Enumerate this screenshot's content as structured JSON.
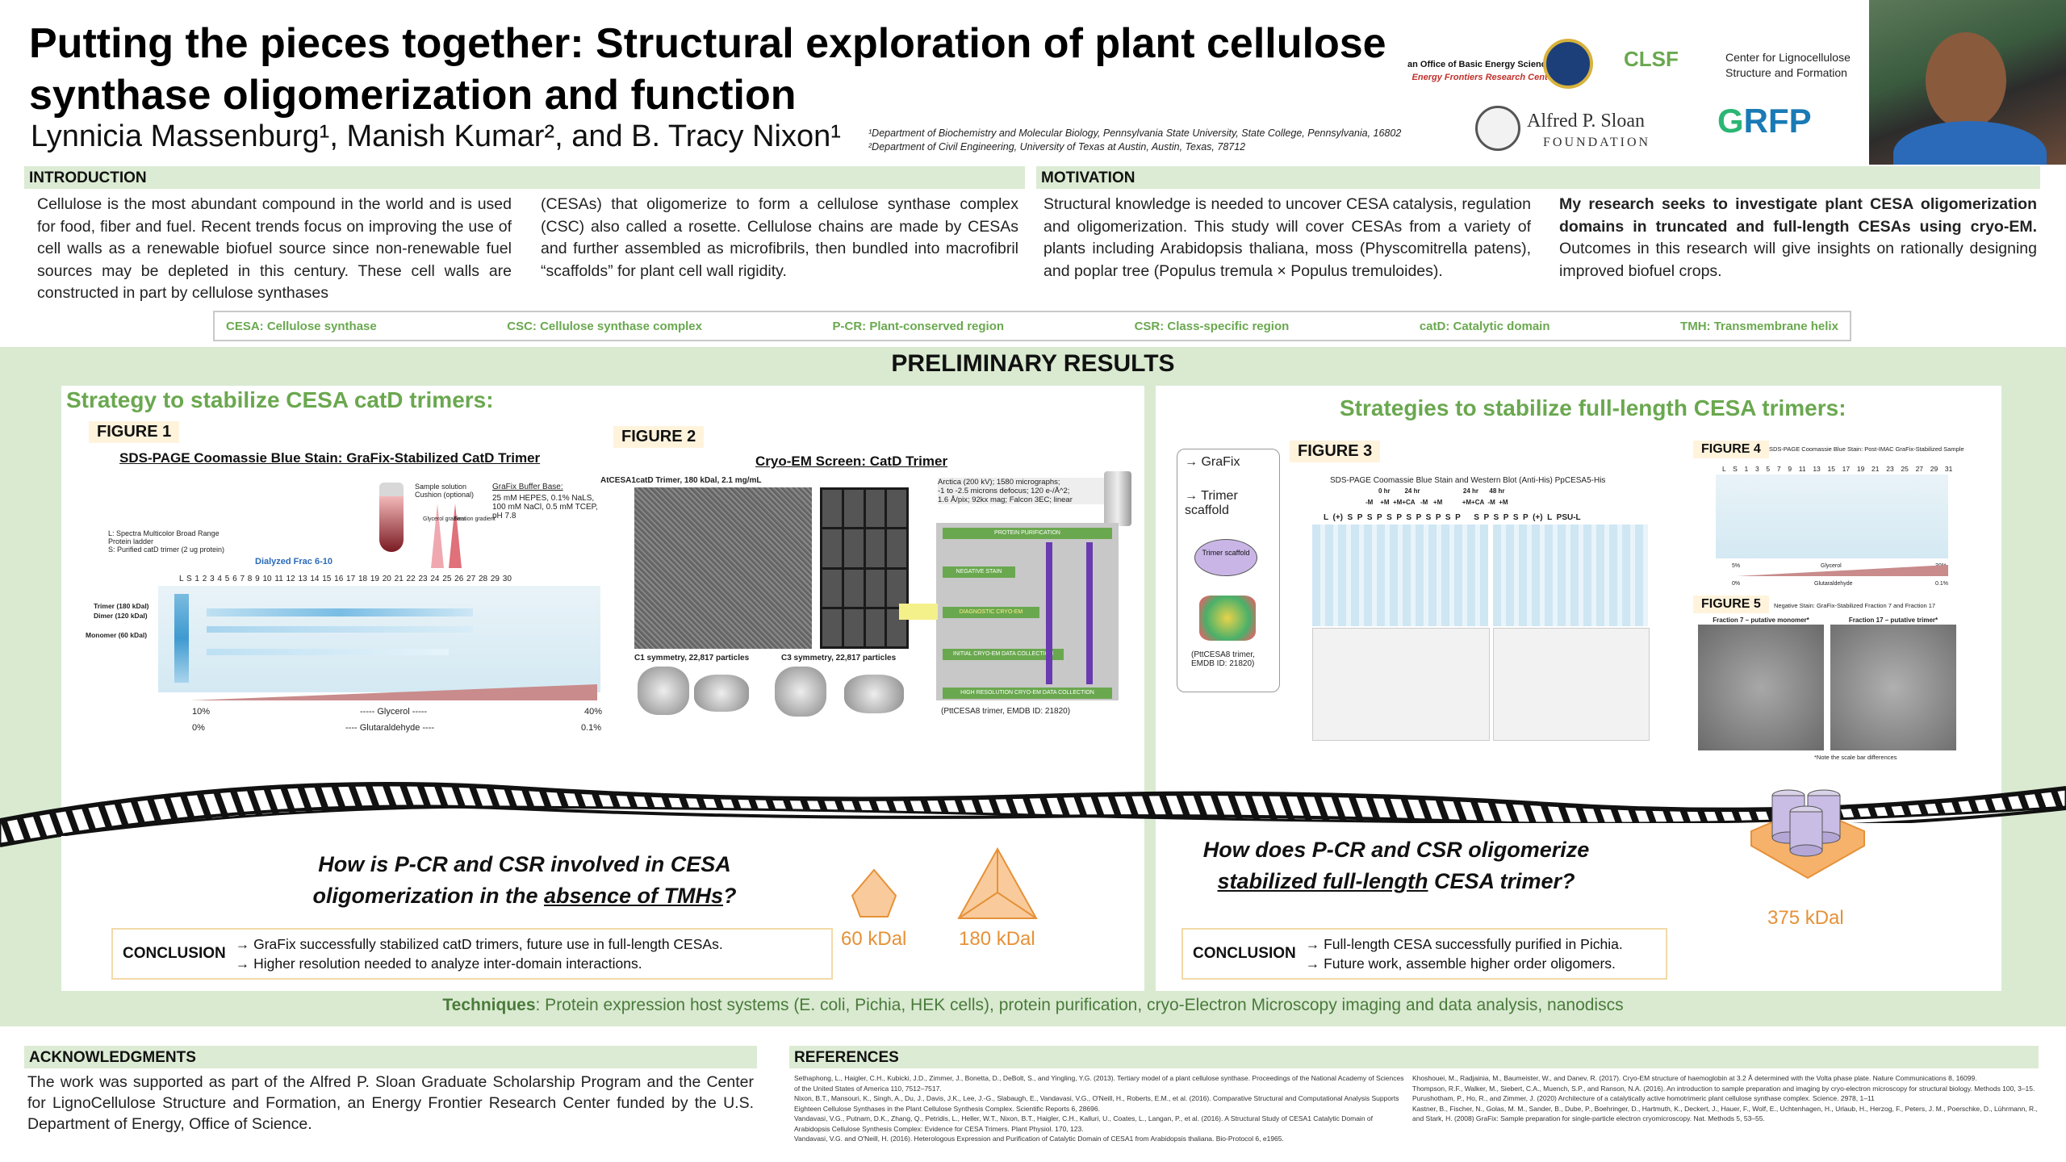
{
  "header": {
    "title": "Putting the pieces together:  Structural exploration of plant cellulose synthase oligomerization and function",
    "authors": "Lynnicia Massenburg¹, Manish Kumar²,  and  B. Tracy Nixon¹",
    "affiliation_1": "¹Department of Biochemistry and Molecular Biology, Pennsylvania State University, State College, Pennsylvania, 16802",
    "affiliation_2": "²Department of Civil Engineering, University of Texas at Austin, Austin, Texas, 78712",
    "doe_line1": "an Office of Basic Energy Sciences",
    "doe_line2": "Energy Frontiers Research Center",
    "clsf_logo": "CLSF",
    "clsf_text": "Center for Lignocellulose Structure and Formation",
    "sloan_name": "Alfred P. Sloan",
    "sloan_sub": "FOUNDATION",
    "grfp_logo_a": "G",
    "grfp_logo_b": "RFP"
  },
  "introduction": {
    "heading": "INTRODUCTION",
    "col1": "Cellulose is the most abundant compound in the world and is used for food, fiber and fuel. Recent trends focus on improving the use of cell walls as a renewable biofuel source since non-renewable fuel sources may be depleted in this century. These cell walls are constructed in part by cellulose synthases",
    "col2": "(CESAs) that oligomerize to form a cellulose synthase complex (CSC) also called a rosette. Cellulose chains are made by CESAs and further assembled as microfibrils, then bundled into macrofibril “scaffolds” for plant cell wall rigidity."
  },
  "motivation": {
    "heading": "MOTIVATION",
    "col1": "Structural knowledge is needed to uncover CESA catalysis, regulation and oligomerization. This study will cover CESAs from a variety of plants including Arabidopsis thaliana, moss (Physcomitrella patens), and poplar tree (Populus tremula × Populus tremuloides).",
    "col2": "My research seeks to investigate plant CESA oligomerization domains in truncated and full-length CESAs using cryo-EM.",
    "col2b": " Outcomes in this research will give insights on rationally designing improved biofuel crops."
  },
  "abbreviations": [
    "CESA:  Cellulose synthase",
    "CSC:  Cellulose synthase complex",
    "P-CR:  Plant-conserved region",
    "CSR:  Class-specific region",
    "catD:  Catalytic domain",
    "TMH:  Transmembrane helix"
  ],
  "results": {
    "heading": "PRELIMINARY RESULTS",
    "left_title": "Strategy to stabilize CESA catD trimers:",
    "right_title": "Strategies to stabilize full-length CESA trimers:",
    "fig1": {
      "tag": "FIGURE 1",
      "subtitle": "SDS-PAGE Coomassie Blue Stain:  GraFix-Stabilized CatD Trimer",
      "legend": "L:  Spectra Multicolor Broad Range Protein ladder\nS:  Purified catD trimer (2 ug protein)",
      "sample": "Sample solution Cushion (optional)",
      "glycerol_grad": "Glycerol gradient",
      "fix_grad": "Fixation gradient",
      "buffer_title": "GraFix Buffer Base:",
      "buffer": "25 mM HEPES, 0.1% NaLS, 100 mM NaCl, 0.5 mM TCEP, pH 7.8",
      "dialyzed": "Dialyzed Frac 6-10",
      "lanes": "L  S  1  2  3  4  5  6  7  8  9  10  11  12  13  14  15  16  17  18  19  20     21  22  23  24  25  26  27  28  29  30",
      "band_trimer": "Trimer (180 kDal)",
      "band_dimer": "Dimer (120 kDal)",
      "band_monomer": "Monomer (60 kDal)",
      "glycerol_lo": "10%",
      "glycerol_lbl": "----- Glycerol -----",
      "glycerol_hi": "40%",
      "glut_lo": "0%",
      "glut_lbl": "---- Glutaraldehyde ----",
      "glut_hi": "0.1%"
    },
    "fig2": {
      "tag": "FIGURE 2",
      "subtitle": "Cryo-EM Screen:  CatD Trimer",
      "micrograph": "AtCESA1catD Trimer, 180 kDal, 2.1 mg/mL",
      "scope": "Arctica (200 kV);  1580 micrographs;\n-1 to -2.5 microns defocus; 120 e-/Å^2;\n1.6 Å/pix; 92kx mag; Falcon 3EC; linear",
      "c1": "C1 symmetry, 22,817 particles",
      "c3": "C3 symmetry, 22,817 particles",
      "flow": [
        "PROTEIN PURIFICATION",
        "NEGATIVE STAIN",
        "DIAGNOSTIC CRYO-EM",
        "INITIAL CRYO-EM DATA COLLECTION",
        "HIGH RESOLUTION CRYO-EM DATA COLLECTION"
      ],
      "emdb": "(PttCESA8 trimer, EMDB ID: 21820)"
    },
    "fig3": {
      "tag": "FIGURE 3",
      "opt1": "→ GraFix",
      "opt2": "→  Trimer\n     scaffold",
      "scaffold": "Trimer scaffold",
      "emdb": "(PttCESA8 trimer,\nEMDB ID: 21820)",
      "subtitle": "SDS-PAGE Coomassie Blue Stain and Western Blot (Anti-His) PpCESA5-His",
      "hours": "0 hr        24 hr                        24 hr      48 hr",
      "conds": "-M    +M  +M+CA   -M   +M           +M+CA  -M  +M",
      "lanes": "L  (+)  S  P  S  P  S  P  S  P  S  P  S  P      S  P  S  P  S  P  (+)  L  PSU-L"
    },
    "fig4": {
      "tag": "FIGURE 4",
      "subtitle": "SDS-PAGE Coomassie Blue Stain:  Post-IMAC GraFix-Stabilized Sample",
      "lanes": "L  S  1  3  5  7  9  11  13  15  17  19  21  23  25  27  29  31",
      "glycerol_lo": "5%",
      "glycerol_hi": "30%",
      "glycerol_lbl": "Glycerol",
      "glut_lo": "0%",
      "glut_lbl": "Glutaraldehyde",
      "glut_hi": "0.1%"
    },
    "fig5": {
      "tag": "FIGURE 5",
      "subtitle": "Negative Stain:  GraFix-Stabilized Fraction 7 and Fraction 17",
      "frac7": "Fraction 7 – putative monomer*",
      "frac17": "Fraction 17 – putative trimer*",
      "note": "*Note the scale bar differences"
    },
    "q_left_a": "How is P-CR and CSR involved in CESA oligomerization in the ",
    "q_left_b": "absence of TMHs",
    "q_left_c": "?",
    "q_right_a": "How does P-CR and CSR oligomerize",
    "q_right_b": "stabilized full-length",
    "q_right_c": " CESA trimer?",
    "kdal_60": "60 kDal",
    "kdal_180": "180 kDal",
    "kdal_375": "375 kDal",
    "conclusion_label": "CONCLUSION",
    "concl_left_1": "→ GraFix successfully stabilized catD trimers, future use in full-length CESAs.",
    "concl_left_2": "→ Higher resolution needed to analyze inter-domain interactions.",
    "concl_right_1": "→ Full-length CESA successfully purified in Pichia.",
    "concl_right_2": "→ Future work, assemble higher order oligomers."
  },
  "techniques": {
    "label": "Techniques",
    "text": ":  Protein expression host systems (E. coli, Pichia, HEK cells), protein purification, cryo-Electron Microscopy imaging and data analysis, nanodiscs"
  },
  "acknowledgments": {
    "heading": "ACKNOWLEDGMENTS",
    "text": "The work was supported as part of the Alfred P. Sloan Graduate Scholarship Program and the Center for LignoCellulose Structure and Formation, an Energy Frontier Research Center funded by the U.S. Department of Energy, Office of Science."
  },
  "references": {
    "heading": "REFERENCES",
    "left": [
      "Sethaphong, L., Haigler, C.H., Kubicki, J.D., Zimmer, J., Bonetta, D., DeBolt, S., and Yingling, Y.G. (2013). Tertiary model of a plant cellulose synthase. Proceedings of the National Academy of Sciences of the United States of America 110, 7512–7517.",
      "Nixon, B.T., Mansouri, K., Singh, A., Du, J., Davis, J.K., Lee, J.-G., Slabaugh, E., Vandavasi, V.G., O'Neill, H., Roberts, E.M., et al. (2016). Comparative Structural and Computational Analysis Supports Eighteen Cellulose Synthases in the Plant Cellulose Synthesis Complex. Scientific Reports 6, 28696.",
      "Vandavasi, V.G., Putnam, D.K., Zhang, Q., Petridis, L., Heller, W.T., Nixon, B.T., Haigler, C.H., Kalluri, U., Coates, L., Langan, P., et al. (2016). A Structural Study of CESA1 Catalytic Domain of Arabidopsis Cellulose Synthesis Complex: Evidence for CESA Trimers. Plant Physiol. 170, 123.",
      "Vandavasi, V.G. and O'Neill, H. (2016). Heterologous Expression and Purification of Catalytic Domain of CESA1 from Arabidopsis thaliana. Bio-Protocol 6, e1965."
    ],
    "right": [
      "Khoshouei, M., Radjainia, M., Baumeister, W., and Danev, R. (2017). Cryo-EM structure of haemoglobin at 3.2 Å determined with the Volta phase plate. Nature Communications 8, 16099.",
      "Thompson, R.F., Walker, M., Siebert, C.A., Muench, S.P., and Ranson, N.A. (2016). An introduction to sample preparation and imaging by cryo-electron microscopy for structural biology. Methods 100, 3–15.",
      "Purushotham, P., Ho, R., and Zimmer, J. (2020) Architecture of a catalytically active homotrimeric plant cellulose synthase complex. Science. 2978, 1–11",
      "Kastner, B., Fischer, N., Golas, M. M., Sander, B., Dube, P., Boehringer, D., Hartmuth, K., Deckert, J., Hauer, F., Wolf, E., Uchtenhagen, H., Urlaub, H., Herzog, F., Peters, J. M., Poerschke, D., Lührmann, R., and Stark, H. (2008) GraFix: Sample preparation for single-particle electron cryomicroscopy. Nat. Methods 5, 53–55."
    ]
  }
}
